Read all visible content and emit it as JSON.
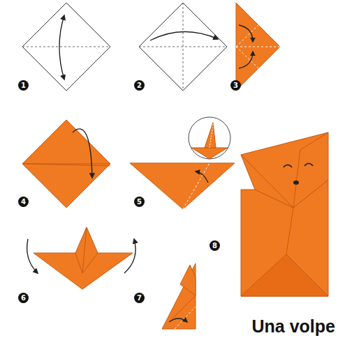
{
  "diagram": {
    "caption": "Una volpe",
    "labels": [
      "1",
      "2",
      "3",
      "4",
      "5",
      "6",
      "7",
      "8"
    ]
  }
}
